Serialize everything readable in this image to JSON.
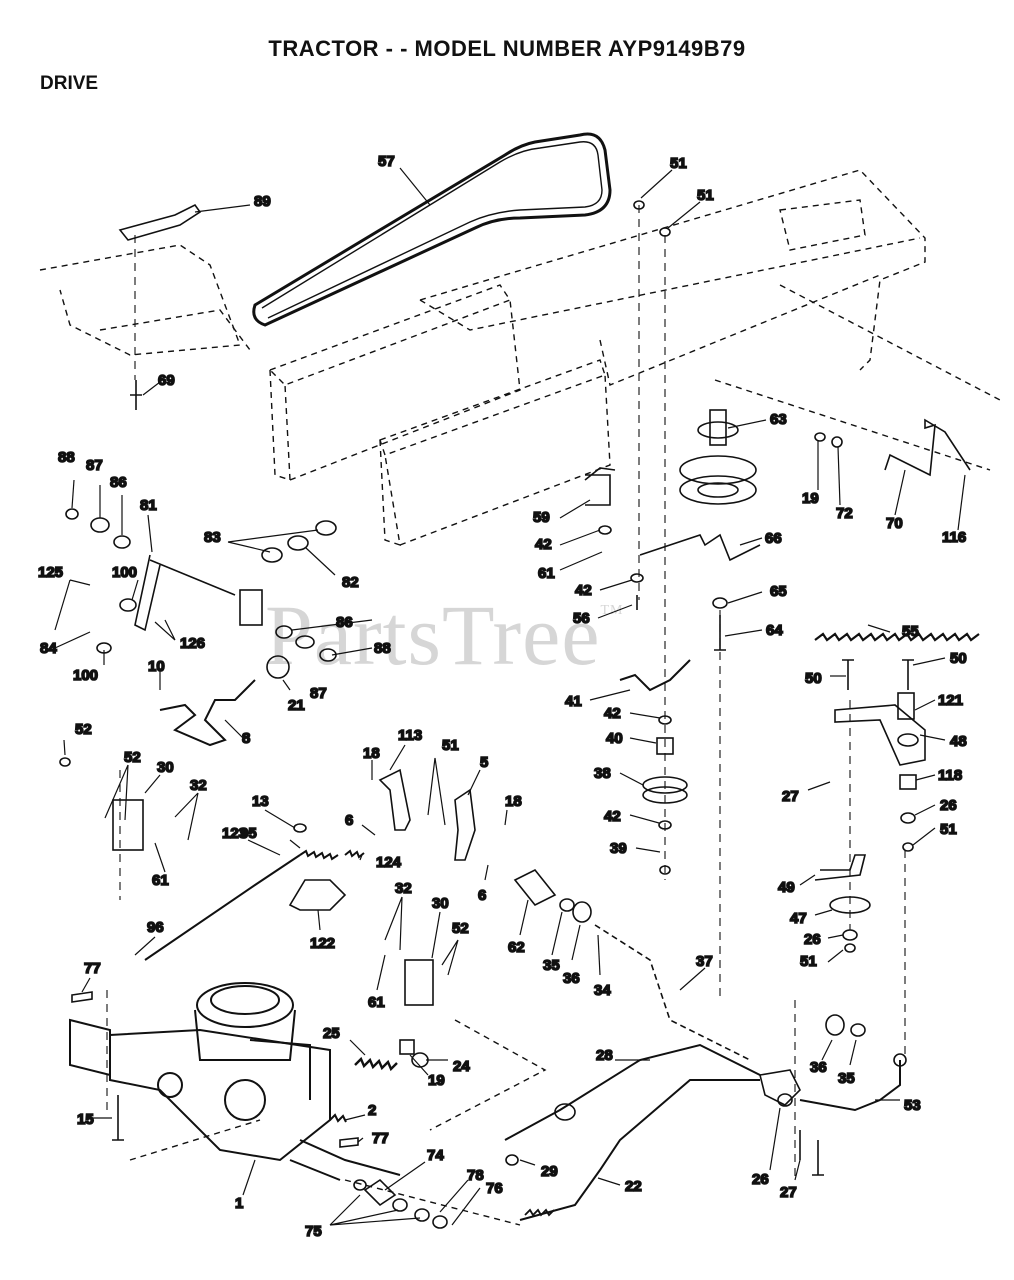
{
  "title": "TRACTOR - - MODEL NUMBER AYP9149B79",
  "section": "DRIVE",
  "watermark": "PartsTree",
  "watermark_tm": "TM",
  "callouts": [
    {
      "id": "c57",
      "text": "57"
    },
    {
      "id": "c51a",
      "text": "51"
    },
    {
      "id": "c51b",
      "text": "51"
    },
    {
      "id": "c89",
      "text": "89"
    },
    {
      "id": "c69",
      "text": "69"
    },
    {
      "id": "c63",
      "text": "63"
    },
    {
      "id": "c19a",
      "text": "19"
    },
    {
      "id": "c72",
      "text": "72"
    },
    {
      "id": "c70",
      "text": "70"
    },
    {
      "id": "c116",
      "text": "116"
    },
    {
      "id": "c88a",
      "text": "88"
    },
    {
      "id": "c87a",
      "text": "87"
    },
    {
      "id": "c86a",
      "text": "86"
    },
    {
      "id": "c81",
      "text": "81"
    },
    {
      "id": "c83",
      "text": "83"
    },
    {
      "id": "c82",
      "text": "82"
    },
    {
      "id": "c59",
      "text": "59"
    },
    {
      "id": "c42a",
      "text": "42"
    },
    {
      "id": "c61a",
      "text": "61"
    },
    {
      "id": "c66",
      "text": "66"
    },
    {
      "id": "c42b",
      "text": "42"
    },
    {
      "id": "c65",
      "text": "65"
    },
    {
      "id": "c56",
      "text": "56"
    },
    {
      "id": "c64",
      "text": "64"
    },
    {
      "id": "c55",
      "text": "55"
    },
    {
      "id": "c125",
      "text": "125"
    },
    {
      "id": "c100a",
      "text": "100"
    },
    {
      "id": "c84",
      "text": "84"
    },
    {
      "id": "c126",
      "text": "126"
    },
    {
      "id": "c86b",
      "text": "86"
    },
    {
      "id": "c88b",
      "text": "88"
    },
    {
      "id": "c100b",
      "text": "100"
    },
    {
      "id": "c87b",
      "text": "87"
    },
    {
      "id": "c10",
      "text": "10"
    },
    {
      "id": "c21",
      "text": "21"
    },
    {
      "id": "c8",
      "text": "8"
    },
    {
      "id": "c50a",
      "text": "50"
    },
    {
      "id": "c50b",
      "text": "50"
    },
    {
      "id": "c121",
      "text": "121"
    },
    {
      "id": "c41",
      "text": "41"
    },
    {
      "id": "c42c",
      "text": "42"
    },
    {
      "id": "c40",
      "text": "40"
    },
    {
      "id": "c38",
      "text": "38"
    },
    {
      "id": "c42d",
      "text": "42"
    },
    {
      "id": "c39",
      "text": "39"
    },
    {
      "id": "c48",
      "text": "48"
    },
    {
      "id": "c27a",
      "text": "27"
    },
    {
      "id": "c118",
      "text": "118"
    },
    {
      "id": "c26a",
      "text": "26"
    },
    {
      "id": "c51c",
      "text": "51"
    },
    {
      "id": "c52a",
      "text": "52"
    },
    {
      "id": "c52b",
      "text": "52"
    },
    {
      "id": "c30a",
      "text": "30"
    },
    {
      "id": "c32a",
      "text": "32"
    },
    {
      "id": "c61b",
      "text": "61"
    },
    {
      "id": "c18a",
      "text": "18"
    },
    {
      "id": "c113",
      "text": "113"
    },
    {
      "id": "c51d",
      "text": "51"
    },
    {
      "id": "c5",
      "text": "5"
    },
    {
      "id": "c18b",
      "text": "18"
    },
    {
      "id": "c6a",
      "text": "6"
    },
    {
      "id": "c6b",
      "text": "6"
    },
    {
      "id": "c13",
      "text": "13"
    },
    {
      "id": "c123",
      "text": "123"
    },
    {
      "id": "c95",
      "text": "95"
    },
    {
      "id": "c124",
      "text": "124"
    },
    {
      "id": "c122",
      "text": "122"
    },
    {
      "id": "c96",
      "text": "96"
    },
    {
      "id": "c32b",
      "text": "32"
    },
    {
      "id": "c30b",
      "text": "30"
    },
    {
      "id": "c52c",
      "text": "52"
    },
    {
      "id": "c61c",
      "text": "61"
    },
    {
      "id": "c62",
      "text": "62"
    },
    {
      "id": "c35a",
      "text": "35"
    },
    {
      "id": "c36a",
      "text": "36"
    },
    {
      "id": "c34",
      "text": "34"
    },
    {
      "id": "c37",
      "text": "37"
    },
    {
      "id": "c49",
      "text": "49"
    },
    {
      "id": "c47",
      "text": "47"
    },
    {
      "id": "c26b",
      "text": "26"
    },
    {
      "id": "c51e",
      "text": "51"
    },
    {
      "id": "c77a",
      "text": "77"
    },
    {
      "id": "c25",
      "text": "25"
    },
    {
      "id": "c24",
      "text": "24"
    },
    {
      "id": "c19b",
      "text": "19"
    },
    {
      "id": "c2",
      "text": "2"
    },
    {
      "id": "c15",
      "text": "15"
    },
    {
      "id": "c77b",
      "text": "77"
    },
    {
      "id": "c28",
      "text": "28"
    },
    {
      "id": "c36b",
      "text": "36"
    },
    {
      "id": "c35b",
      "text": "35"
    },
    {
      "id": "c53",
      "text": "53"
    },
    {
      "id": "c74",
      "text": "74"
    },
    {
      "id": "c29",
      "text": "29"
    },
    {
      "id": "c22",
      "text": "22"
    },
    {
      "id": "c78",
      "text": "78"
    },
    {
      "id": "c76",
      "text": "76"
    },
    {
      "id": "c26c",
      "text": "26"
    },
    {
      "id": "c27b",
      "text": "27"
    },
    {
      "id": "c1",
      "text": "1"
    },
    {
      "id": "c75",
      "text": "75"
    }
  ]
}
